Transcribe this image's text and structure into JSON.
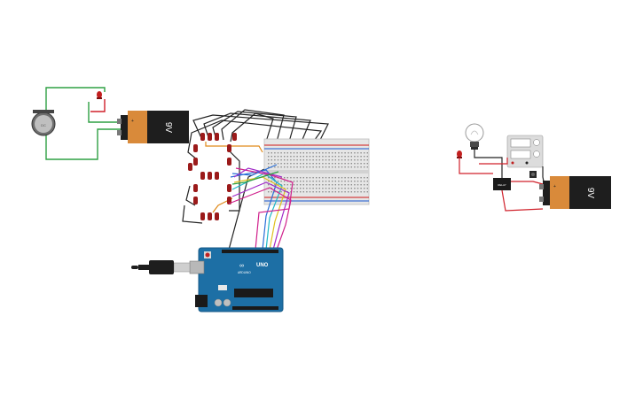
{
  "workspace": {
    "title": "circuit-canvas"
  },
  "components": {
    "battery_left_label": "9V",
    "battery_right_label": "9V",
    "arduino_brand": "UNO",
    "arduino_subtitle": "ARDUINO",
    "relay_label": "RELAY"
  },
  "colors": {
    "wire_black": "#222222",
    "wire_red": "#d0202a",
    "wire_green": "#2ea043",
    "wire_orange": "#e08a1a",
    "wire_blue": "#2a6fd6",
    "wire_purple": "#a02ac8",
    "wire_cyan": "#1fb8c7",
    "wire_yellow": "#e0c020",
    "wire_magenta": "#d0208c",
    "arduino_board": "#1d6fa5",
    "battery_copper": "#d98a3a",
    "battery_black": "#1e1e1e",
    "led_red": "#9b1a1a",
    "breadboard": "#e6e6e6"
  },
  "icons": [
    "motor-icon",
    "light-bulb-icon",
    "led-icon",
    "usb-cable-icon"
  ]
}
